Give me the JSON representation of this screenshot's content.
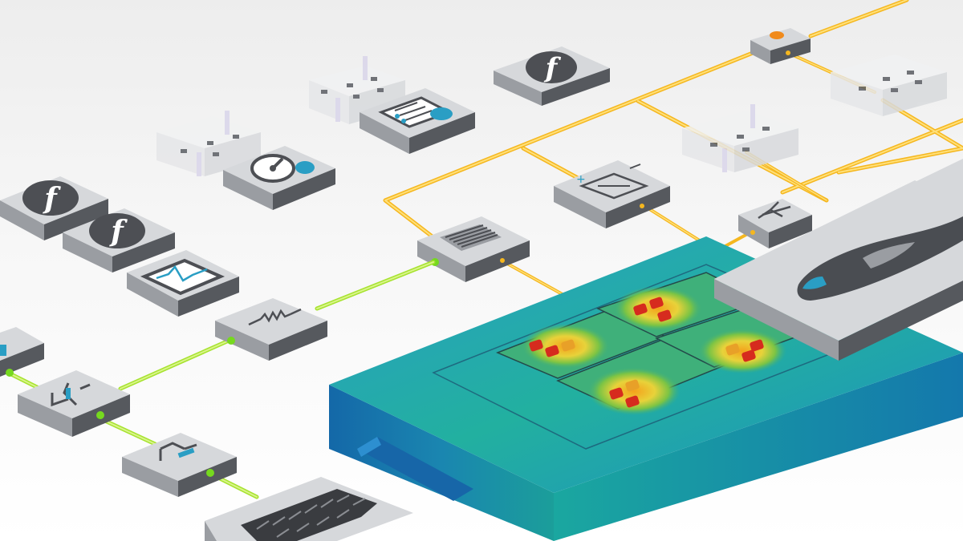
{
  "colors": {
    "background_top": "#f2f2f2",
    "background_bottom": "#ffffff",
    "block_top": "#d6d8db",
    "block_front": "#56595e",
    "block_side": "#7a7d82",
    "faded_block_top": "#eceef0",
    "faded_block_front": "#c9ccd1",
    "yellow_wire": "#f5b71f",
    "yellow_wire_light": "#ffd95c",
    "green_wire": "#a6e22e",
    "green_wire_light": "#d2f27a",
    "port_green": "#76d91e",
    "icon_disc": "#4d4f54",
    "battery_teal": "#1d9fb0",
    "battery_blue": "#1766a8",
    "hotspot_red": "#d62b1e",
    "hotspot_orange": "#f0a020",
    "hotspot_green": "#55b63a",
    "car_body": "#4a4d52",
    "indicator_orange": "#f08a1c"
  },
  "icons": {
    "function_block": "function-f-icon",
    "scope": "monitor-waveform-icon",
    "steering": "steering-wheel-icon",
    "table": "clipboard-table-icon",
    "battery": "battery-cell-icon",
    "inverter": "inverter-switch-icon",
    "motor": "motor-icon",
    "sensor": "sensor-icon",
    "tire": "tire-tread-icon",
    "car": "vehicle-silhouette-icon"
  },
  "blocks": [
    {
      "id": "f1",
      "icon": "function-f-icon"
    },
    {
      "id": "f2",
      "icon": "function-f-icon"
    },
    {
      "id": "f3",
      "icon": "function-f-icon"
    },
    {
      "id": "scope",
      "icon": "monitor-waveform-icon"
    },
    {
      "id": "steer",
      "icon": "steering-wheel-icon"
    },
    {
      "id": "table",
      "icon": "clipboard-table-icon"
    },
    {
      "id": "batt",
      "icon": "battery-cell-icon"
    },
    {
      "id": "inv",
      "icon": "inverter-switch-icon"
    },
    {
      "id": "sensor",
      "icon": "sensor-icon"
    },
    {
      "id": "resistor",
      "icon": "resistor-icon"
    },
    {
      "id": "switch",
      "icon": "switch-icon"
    },
    {
      "id": "motor",
      "icon": "motor-icon"
    },
    {
      "id": "tire",
      "icon": "tire-tread-icon"
    },
    {
      "id": "car",
      "icon": "vehicle-silhouette-icon"
    }
  ]
}
